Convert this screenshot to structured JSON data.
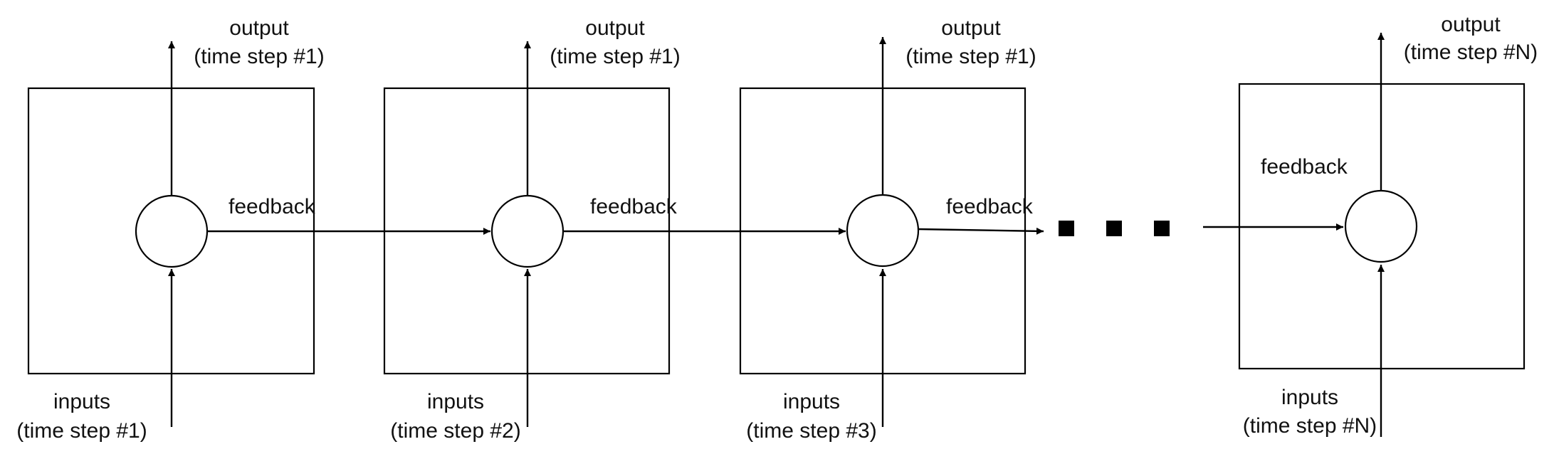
{
  "cells": [
    {
      "output_line1": "output",
      "output_line2": "(time step #1)",
      "input_line1": "inputs",
      "input_line2": "(time step #1)",
      "feedback": "feedback"
    },
    {
      "output_line1": "output",
      "output_line2": "(time step #1)",
      "input_line1": "inputs",
      "input_line2": "(time step #2)",
      "feedback": "feedback"
    },
    {
      "output_line1": "output",
      "output_line2": "(time step #1)",
      "input_line1": "inputs",
      "input_line2": "(time step #3)",
      "feedback": "feedback"
    },
    {
      "output_line1": "output",
      "output_line2": "(time step #N)",
      "input_line1": "inputs",
      "input_line2": "(time step #N)",
      "feedback": "feedback"
    }
  ]
}
